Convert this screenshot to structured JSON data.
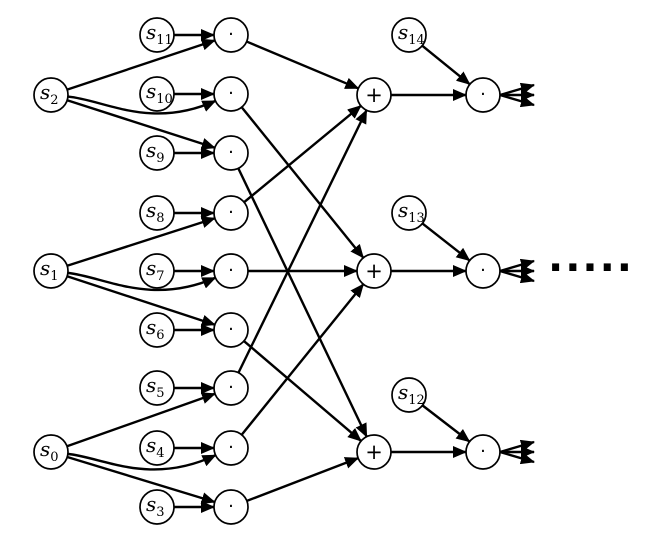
{
  "nodes": [
    {
      "id": "s11",
      "base": "s",
      "sub": "11"
    },
    {
      "id": "s10",
      "base": "s",
      "sub": "10"
    },
    {
      "id": "s9",
      "base": "s",
      "sub": "9"
    },
    {
      "id": "s8",
      "base": "s",
      "sub": "8"
    },
    {
      "id": "s7",
      "base": "s",
      "sub": "7"
    },
    {
      "id": "s6",
      "base": "s",
      "sub": "6"
    },
    {
      "id": "s5",
      "base": "s",
      "sub": "5"
    },
    {
      "id": "s4",
      "base": "s",
      "sub": "4"
    },
    {
      "id": "s3",
      "base": "s",
      "sub": "3"
    },
    {
      "id": "s2",
      "base": "s",
      "sub": "2"
    },
    {
      "id": "s1",
      "base": "s",
      "sub": "1"
    },
    {
      "id": "s0",
      "base": "s",
      "sub": "0"
    },
    {
      "id": "s14",
      "base": "s",
      "sub": "14"
    },
    {
      "id": "s13",
      "base": "s",
      "sub": "13"
    },
    {
      "id": "s12",
      "base": "s",
      "sub": "12"
    },
    {
      "id": "m11",
      "op": "·"
    },
    {
      "id": "m10",
      "op": "·"
    },
    {
      "id": "m9",
      "op": "·"
    },
    {
      "id": "m8",
      "op": "·"
    },
    {
      "id": "m7",
      "op": "·"
    },
    {
      "id": "m6",
      "op": "·"
    },
    {
      "id": "m5",
      "op": "·"
    },
    {
      "id": "m4",
      "op": "·"
    },
    {
      "id": "m3",
      "op": "·"
    },
    {
      "id": "a2",
      "op": "+"
    },
    {
      "id": "a1",
      "op": "+"
    },
    {
      "id": "a0",
      "op": "+"
    },
    {
      "id": "o2",
      "op": "·"
    },
    {
      "id": "o1",
      "op": "·"
    },
    {
      "id": "o0",
      "op": "·"
    }
  ],
  "edges": [
    [
      "s11",
      "m11"
    ],
    [
      "s10",
      "m10"
    ],
    [
      "s9",
      "m9"
    ],
    [
      "s8",
      "m8"
    ],
    [
      "s7",
      "m7"
    ],
    [
      "s6",
      "m6"
    ],
    [
      "s5",
      "m5"
    ],
    [
      "s4",
      "m4"
    ],
    [
      "s3",
      "m3"
    ],
    [
      "s2",
      "m11"
    ],
    [
      "s2",
      "m10"
    ],
    [
      "s2",
      "m9"
    ],
    [
      "s1",
      "m8"
    ],
    [
      "s1",
      "m7"
    ],
    [
      "s1",
      "m6"
    ],
    [
      "s0",
      "m5"
    ],
    [
      "s0",
      "m4"
    ],
    [
      "s0",
      "m3"
    ],
    [
      "m11",
      "a2"
    ],
    [
      "m10",
      "a1"
    ],
    [
      "m9",
      "a0"
    ],
    [
      "m8",
      "a2"
    ],
    [
      "m7",
      "a1"
    ],
    [
      "m6",
      "a0"
    ],
    [
      "m5",
      "a2"
    ],
    [
      "m4",
      "a1"
    ],
    [
      "m3",
      "a0"
    ],
    [
      "a2",
      "o2"
    ],
    [
      "a1",
      "o1"
    ],
    [
      "a0",
      "o0"
    ],
    [
      "s14",
      "o2"
    ],
    [
      "s13",
      "o1"
    ],
    [
      "s12",
      "o0"
    ]
  ],
  "continuation": "·····"
}
